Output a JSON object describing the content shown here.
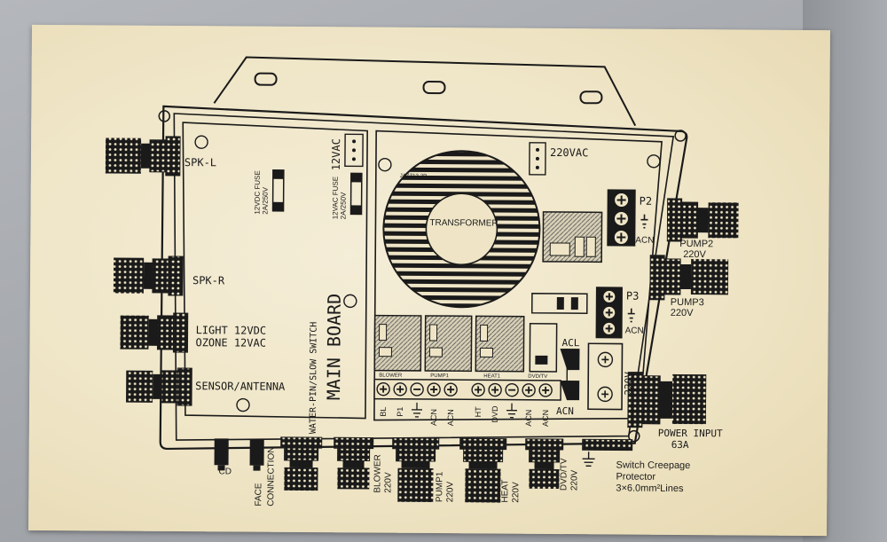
{
  "labels": {
    "spk_l": "SPK-L",
    "spk_r": "SPK-R",
    "light": "LIGHT 12VDC",
    "ozone": "OZONE 12VAC",
    "sensor": "SENSOR/ANTENNA",
    "fuse_12vdc_1": "12VDC FUSE",
    "fuse_12vdc_2": "2A/250V",
    "fuse_12vac_1": "12VAC FUSE",
    "fuse_12vac_2": "2A/250V",
    "v12vac": "12VAC",
    "v220vac": "220VAC",
    "main_board": "MAIN BOARD",
    "water_pin": "WATER-PIN/SLOW SWITCH",
    "transformer": "TRANSFORMER",
    "transformer_code": "JAZZ12-2P",
    "p2": "P2",
    "p3": "P3",
    "acn_p2": "ACN",
    "acn_p3": "ACN",
    "acl": "ACL",
    "acn_main": "ACN",
    "v220_term": "220V",
    "pump2_1": "PUMP2",
    "pump2_2": "220V",
    "pump3_1": "PUMP3",
    "pump3_2": "220V",
    "power_1": "POWER INPUT",
    "power_2": "63A",
    "relay_blower": "BLOWER",
    "relay_pump1": "PUMP1",
    "relay_heat1": "HEAT1",
    "relay_dvd": "DVD/TV",
    "term_bl": "BL",
    "term_p1": "P1",
    "term_acn1": "ACN",
    "term_acn2": "ACN",
    "term_ht": "HT",
    "term_dvd": "DVD",
    "term_acn3": "ACN",
    "term_acn4": "ACN",
    "cd": "CD",
    "face_1": "FACE",
    "face_2": "CONNECTION",
    "blower_1": "BLOWER",
    "blower_2": "220V",
    "pump1_1": "PUMP1",
    "pump1_2": "220V",
    "heat_1": "HEAT",
    "heat_2": "220V",
    "dvdtv_1": "DVD/TV",
    "dvdtv_2": "220V",
    "creepage_1": "Switch Creepage",
    "creepage_2": "Protector",
    "creepage_3": "3×6.0mm²Lines"
  },
  "colors": {
    "paper": "#efe5c6",
    "ink": "#1a1a1a",
    "wall": "#a6a9ae"
  }
}
